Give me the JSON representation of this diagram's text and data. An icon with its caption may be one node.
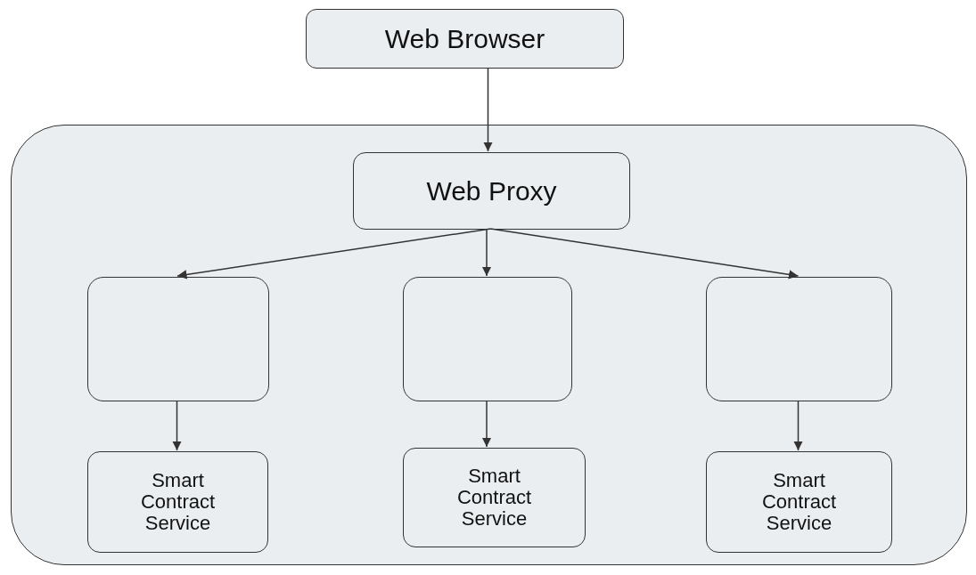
{
  "diagram": {
    "nodes": [
      {
        "text": [
          "Web Browser"
        ]
      },
      {
        "text": [],
        "shape": "box"
      },
      {
        "text": [
          "Web Proxy"
        ],
        "in": 1
      },
      {
        "text": [],
        "shape": "box",
        "in": 1
      },
      {
        "text": [],
        "shape": "box",
        "in": 1
      },
      {
        "text": [],
        "shape": "box",
        "in": 1
      },
      {
        "text": [
          "Smart Contract Service"
        ],
        "in": 1
      },
      {
        "text": [
          "Smart Contract Service"
        ],
        "in": 1
      },
      {
        "text": [
          "Smart Contract Service"
        ],
        "in": 1
      }
    ],
    "edges": [
      {
        "from": 0,
        "to": 2,
        "arrow": "to"
      },
      {
        "from": 2,
        "to": 3,
        "arrow": "to"
      },
      {
        "from": 2,
        "to": 4,
        "arrow": "to"
      },
      {
        "from": 2,
        "to": 5,
        "arrow": "to"
      },
      {
        "from": 3,
        "to": 6,
        "arrow": "to"
      },
      {
        "from": 4,
        "to": 7,
        "arrow": "to"
      },
      {
        "from": 5,
        "to": 8,
        "arrow": "to"
      }
    ]
  }
}
